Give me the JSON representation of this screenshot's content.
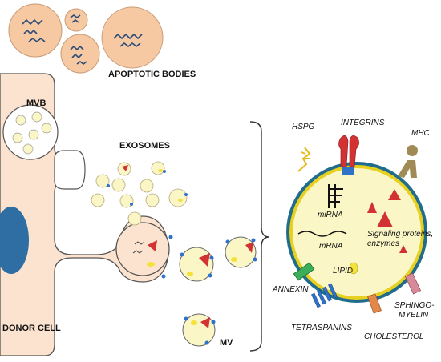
{
  "labels": {
    "apoptotic_bodies": "APOPTOTIC BODIES",
    "mvb": "MVB",
    "exosomes": "EXOSOMES",
    "donor_cell": "DONOR CELL",
    "mv": "MV",
    "hspg": "HSPG",
    "integrins": "INTEGRINS",
    "mhc": "MHC",
    "mirna": "miRNA",
    "mrna": "mRNA",
    "signaling_line1": "Signaling proteins,",
    "signaling_line2": "enzymes",
    "lipid": "LIPID",
    "annexin": "ANNEXIN",
    "tetraspanins": "TETRASPANINS",
    "cholesterol": "CHOLESTEROL",
    "sphingo_line1": "SPHINGO-",
    "sphingo_line2": "MYELIN"
  },
  "colors": {
    "cell_fill": "#fbe3cf",
    "cell_stroke": "#555555",
    "apoptotic_fill": "#f6c9a2",
    "vesicle_fill": "#fbf6c6",
    "vesicle_ring_outer": "#1f6c8c",
    "vesicle_ring_inner": "#e8d020",
    "nucleus": "#2f6ea3",
    "protein_red": "#d23232",
    "protein_olive": "#a08a55",
    "annexin_green": "#3cae5a",
    "tetraspanin_blue": "#2f72c8",
    "cholesterol_orange": "#e2884a",
    "sphingomyelin_pink": "#d88a9a",
    "lipid_yellow": "#f4e23a"
  }
}
